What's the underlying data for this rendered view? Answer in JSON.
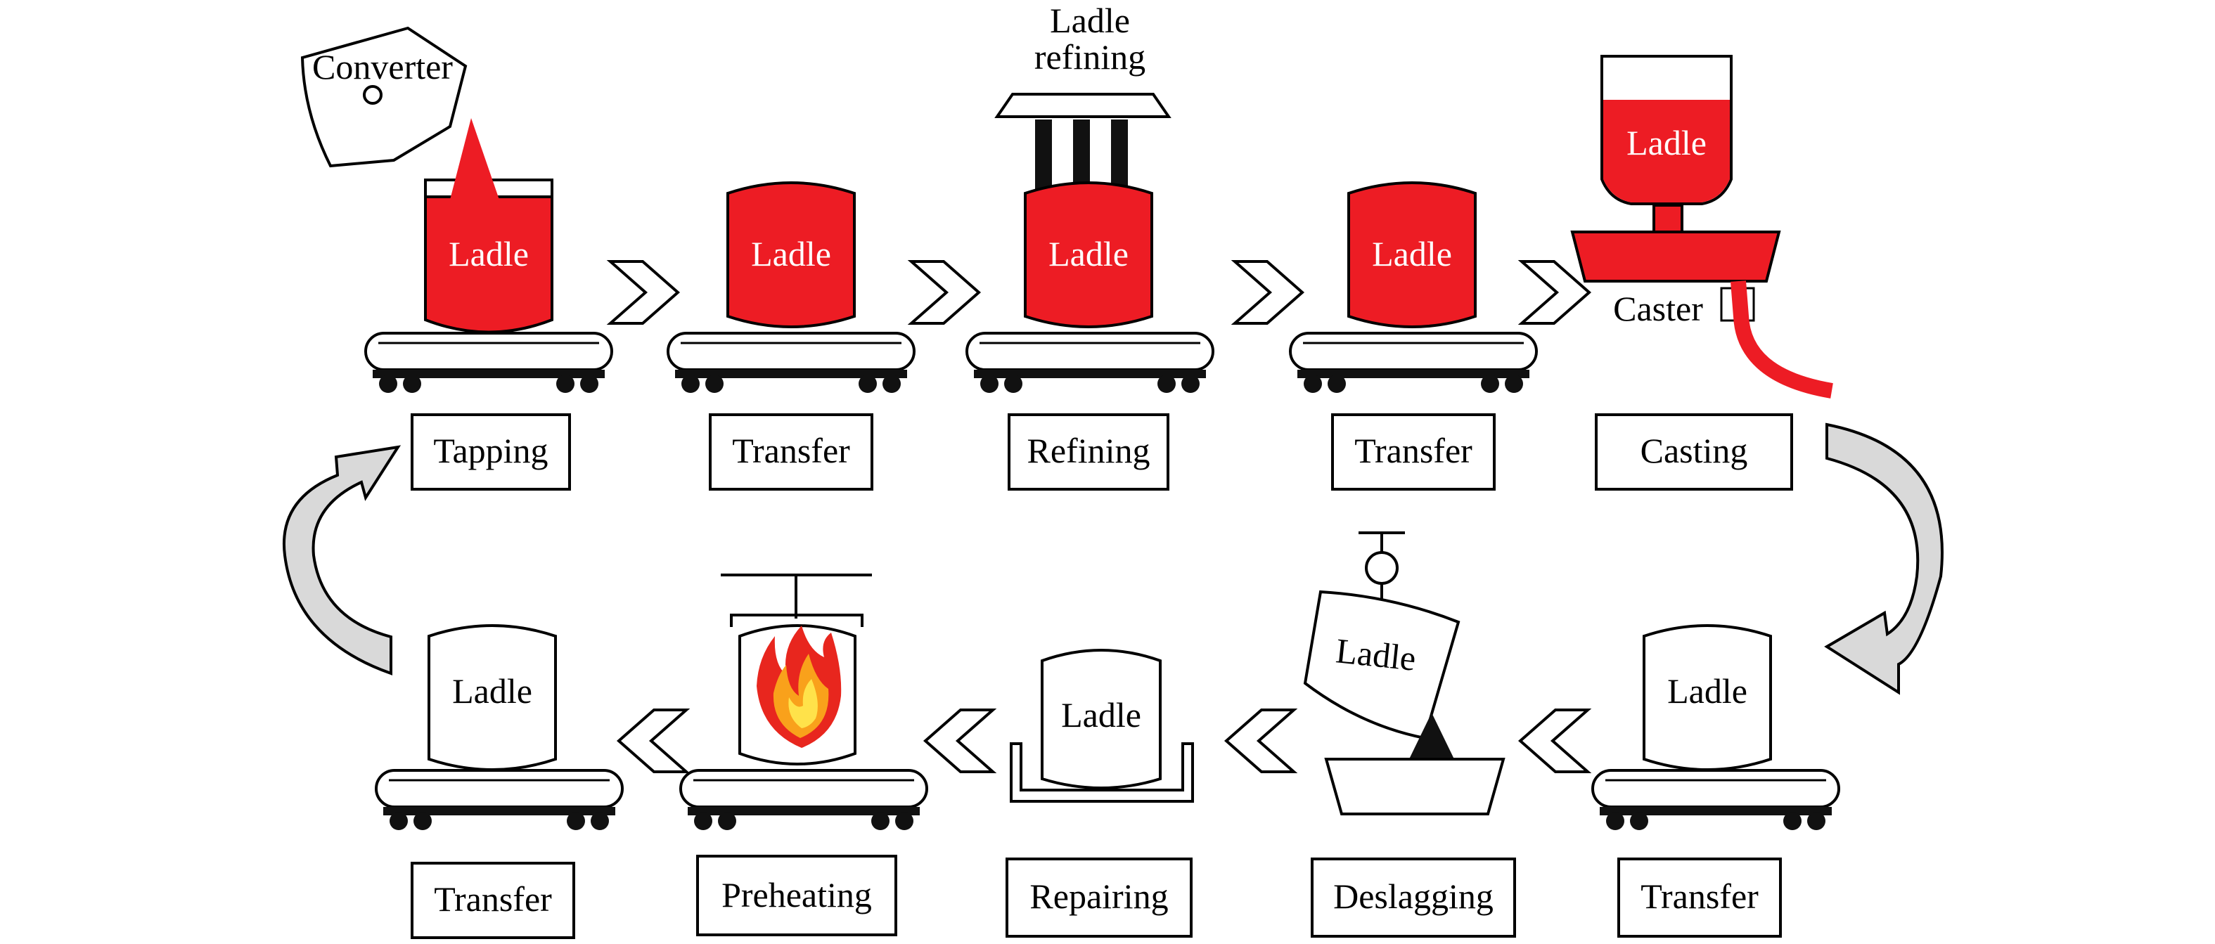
{
  "colors": {
    "molten": "#ED1C24",
    "outline": "#000000",
    "flow_arrow": "#D9D9D9",
    "flame_outer": "#E8261E",
    "flame_inner": "#F9A11B",
    "flame_core": "#FFE24A"
  },
  "labels": {
    "converter": "Converter",
    "ladle_refining_line1": "Ladle",
    "ladle_refining_line2": "refining",
    "caster": "Caster",
    "ladle": "Ladle"
  },
  "top_row": [
    {
      "step": "Tapping",
      "ladle": "Ladle",
      "state": "full"
    },
    {
      "step": "Transfer",
      "ladle": "Ladle",
      "state": "full"
    },
    {
      "step": "Refining",
      "ladle": "Ladle",
      "state": "full"
    },
    {
      "step": "Transfer",
      "ladle": "Ladle",
      "state": "full"
    },
    {
      "step": "Casting",
      "ladle": "Ladle",
      "state": "full"
    }
  ],
  "bottom_row": [
    {
      "step": "Transfer",
      "ladle": "Ladle",
      "state": "empty"
    },
    {
      "step": "Preheating",
      "ladle": "",
      "state": "empty"
    },
    {
      "step": "Repairing",
      "ladle": "Ladle",
      "state": "empty"
    },
    {
      "step": "Deslagging",
      "ladle": "Ladle",
      "state": "empty"
    },
    {
      "step": "Transfer",
      "ladle": "Ladle",
      "state": "empty"
    }
  ]
}
